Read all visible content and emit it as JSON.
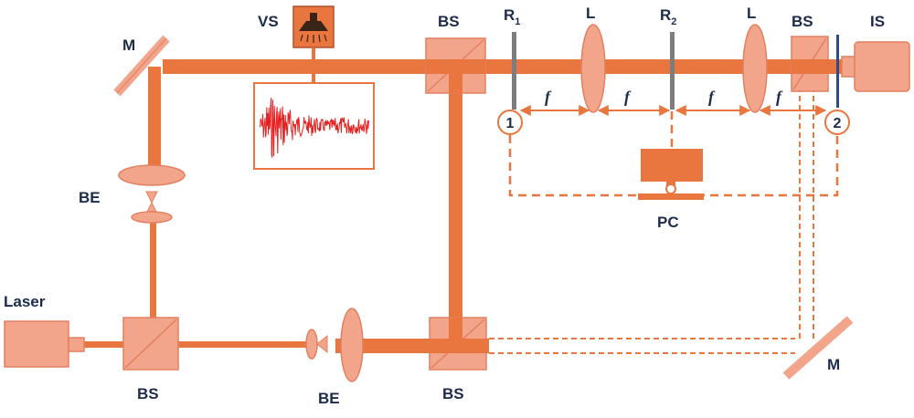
{
  "labels": {
    "vs": "VS",
    "m_top": "M",
    "m_bottom": "M",
    "be_left": "BE",
    "be_bottom": "BE",
    "bs_top_mid": "BS",
    "bs_top_right": "BS",
    "bs_bottom_left": "BS",
    "bs_bottom_mid": "BS",
    "r1": "R",
    "r1_sub": "1",
    "r2": "R",
    "r2_sub": "2",
    "lens1": "L",
    "lens2": "L",
    "is": "IS",
    "pc": "PC",
    "laser": "Laser",
    "f1": "f",
    "f2": "f",
    "f3": "f",
    "f4": "f",
    "point1": "1",
    "point2": "2"
  },
  "colors": {
    "beam": "#E8763E",
    "component_fill": "#F2A58A",
    "component_stroke": "#E28060",
    "dashed": "#E8763E",
    "rod": "#7D7D7D",
    "is_plate": "#2E4A8C",
    "signal": "#E62020",
    "label": "#1d2b4a"
  },
  "icons": {
    "speaker": "speaker-icon",
    "computer": "computer-monitor-icon"
  }
}
